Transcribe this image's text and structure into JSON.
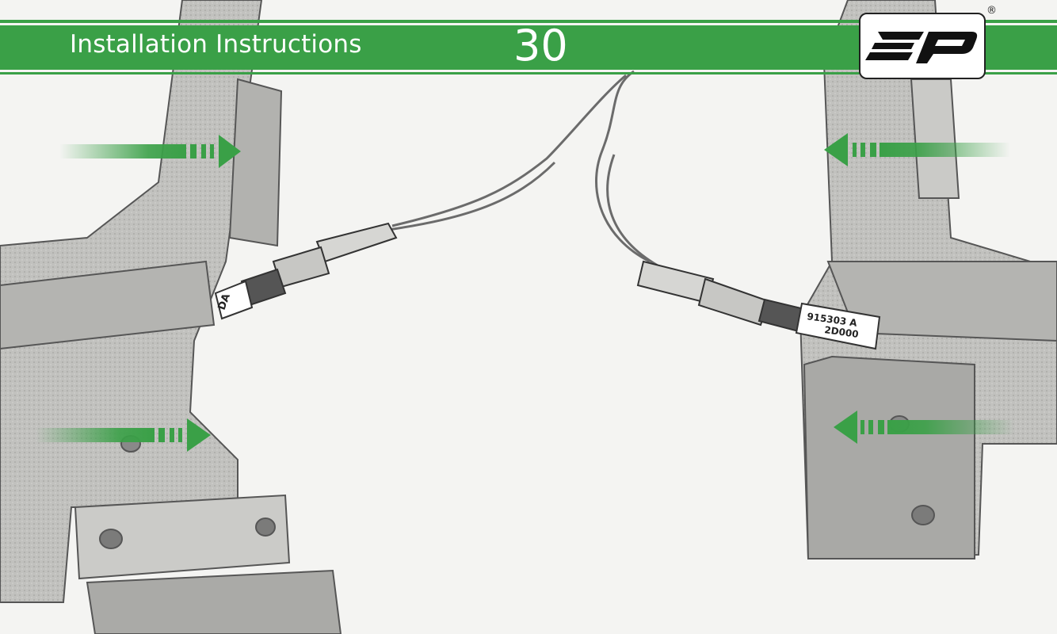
{
  "header": {
    "title": "Installation Instructions",
    "page_number": "30",
    "logo_text": "EP",
    "registered_mark": "®"
  },
  "illustration": {
    "left_connector_label": "DA",
    "right_connector_label_line1": "915303 A",
    "right_connector_label_line2": "2D000",
    "accent_color": "#3aa047",
    "arrow_count": 4
  }
}
